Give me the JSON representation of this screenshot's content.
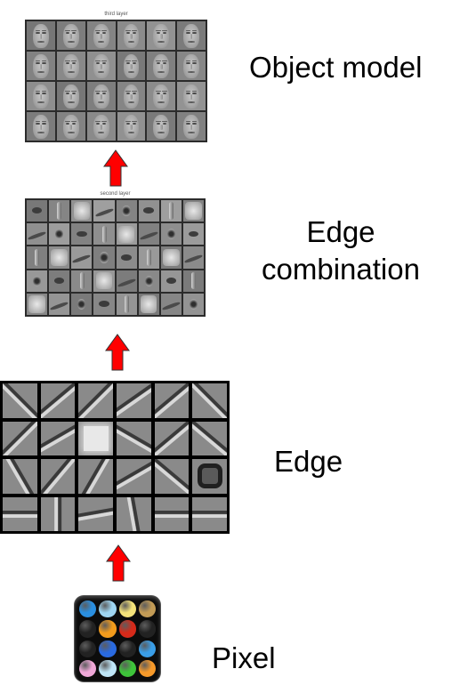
{
  "labels": {
    "object_model": "Object model",
    "edge_combination_line1": "Edge",
    "edge_combination_line2": "combination",
    "edge": "Edge",
    "pixel": "Pixel"
  },
  "panels": {
    "object_model_title": "third layer",
    "edge_combination_title": "second layer"
  },
  "colors": {
    "arrow": "#ff0000",
    "arrow_outline": "#333333"
  },
  "pixel_icon": {
    "dots": [
      "#2a8fe0",
      "#9fd6f2",
      "#f4e37a",
      "#c29b56",
      "#222222",
      "#f29b1c",
      "#d62a1a",
      "#222222",
      "#222222",
      "#2a6ae0",
      "#222222",
      "#3a9ee8",
      "#f0a8d8",
      "#bfe6f7",
      "#3ec43a",
      "#f79a2a"
    ]
  },
  "edge_filters": {
    "angles": [
      45,
      -40,
      -45,
      -35,
      -40,
      45,
      -45,
      -30,
      null,
      30,
      -40,
      40,
      60,
      -50,
      -60,
      -30,
      40,
      null,
      0,
      90,
      -10,
      80,
      0,
      0
    ]
  }
}
